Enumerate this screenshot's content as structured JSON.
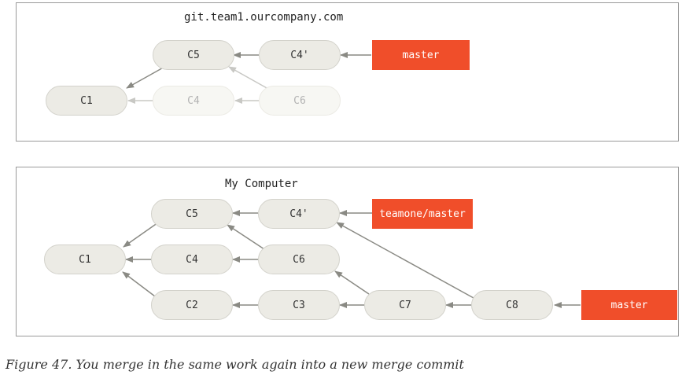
{
  "server": {
    "title": "git.team1.ourcompany.com",
    "commits": {
      "c1": "C1",
      "c4": "C4",
      "c5": "C5",
      "c4_prime": "C4'",
      "c6": "C6"
    },
    "branch_master": "master"
  },
  "local": {
    "title": "My Computer",
    "commits": {
      "c1": "C1",
      "c2": "C2",
      "c3": "C3",
      "c4": "C4",
      "c5": "C5",
      "c4_prime": "C4'",
      "c6": "C6",
      "c7": "C7",
      "c8": "C8"
    },
    "branch_teamone_master": "teamone/master",
    "branch_master": "master"
  },
  "caption": "Figure 47. You merge in the same work again into a new merge commit",
  "colors": {
    "branch": "#f04e2a",
    "commit_fill": "#ecebe5",
    "arrow": "#8a8a84",
    "arrow_faded": "#c8c8c4"
  }
}
